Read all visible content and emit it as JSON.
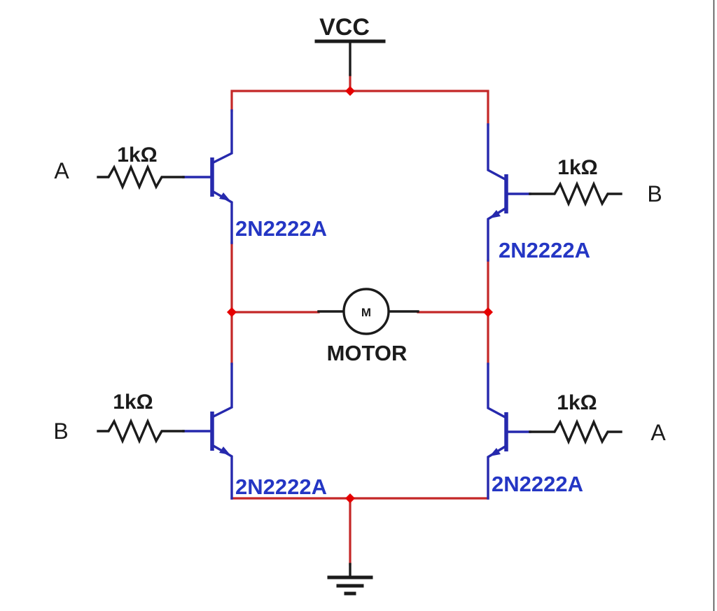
{
  "diagram": {
    "kind": "circuit-schematic"
  },
  "colors": {
    "wire_red": "#c42727",
    "junction_red": "#e60000",
    "transistor_blue": "#2629ad",
    "part_label_blue": "#2436c4",
    "ink_black": "#1b1b1b",
    "background": "#ffffff"
  },
  "power": {
    "vcc_label": "VCC"
  },
  "motor": {
    "symbol_letter": "M",
    "caption": "MOTOR"
  },
  "inputs": {
    "top_left": "A",
    "top_right": "B",
    "bottom_left": "B",
    "bottom_right": "A"
  },
  "resistors": {
    "top_left": "1kΩ",
    "top_right": "1kΩ",
    "bottom_left": "1kΩ",
    "bottom_right": "1kΩ"
  },
  "transistors": {
    "top_left": "2N2222A",
    "top_right": "2N2222A",
    "bottom_left": "2N2222A",
    "bottom_right": "2N2222A"
  }
}
